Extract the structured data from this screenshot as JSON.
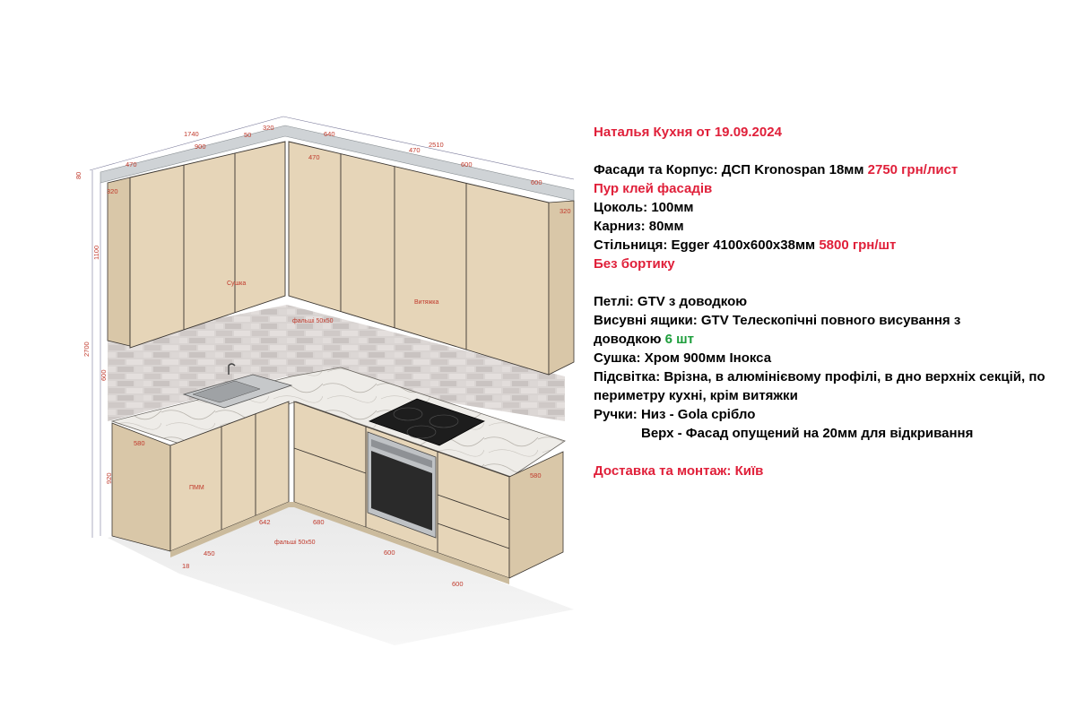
{
  "spec": {
    "title": "Наталья Кухня от 19.09.2024",
    "facades_label": "Фасади та Корпус: ДСП Kronospan 18мм ",
    "facades_price": "2750 грн/лист",
    "glue": "Пур клей фасадів",
    "plinth": "Цоколь: 100мм",
    "cornice": "Карниз: 80мм",
    "countertop_label": "Стільниця: Egger 4100х600х38мм ",
    "countertop_price": "5800 грн/шт",
    "no_edge": "Без бортику",
    "hinges": "Петлі: GTV з доводкою",
    "drawers_line1": "Висувні ящики: GTV Телескопічні повного висування з",
    "drawers_line2": "доводкою ",
    "drawers_count": "6 шт",
    "dryer": "Сушка: Хром 900мм Інокса",
    "lighting_line1": "Підсвітка: Врізна, в алюмінієвому профілі, в дно верхніх секцій, по",
    "lighting_line2": "периметру кухні, крім витяжки",
    "handles_bottom": "Ручки: Низ - Gola срібло",
    "handles_top": "Верх - Фасад опущений на 20мм для відкривання",
    "delivery": "Доставка та монтаж: Київ"
  },
  "drawing": {
    "dims": {
      "top_left_total": "1740",
      "top_left_900": "900",
      "top_left_50": "50",
      "top_left_320": "320",
      "top_left_470": "470",
      "top_right_total": "2510",
      "top_right_640": "640",
      "top_right_470a": "470",
      "top_right_470b": "470",
      "top_right_600a": "600",
      "top_right_600b": "600",
      "left_80": "80",
      "left_320": "320",
      "left_1100": "1100",
      "left_2700": "2700",
      "left_600": "600",
      "left_920": "920",
      "right_320": "320",
      "right_580": "580",
      "base_580": "580",
      "floor_642": "642",
      "floor_680": "680",
      "floor_450": "450",
      "floor_18": "18",
      "floor_600a": "600",
      "floor_600b": "600"
    },
    "labels": {
      "dryer": "Сушка",
      "hood": "Витяжка",
      "filler_top": "фальші 50х50",
      "filler_bottom": "фальші 50х50",
      "dishwasher": "ПММ"
    }
  }
}
